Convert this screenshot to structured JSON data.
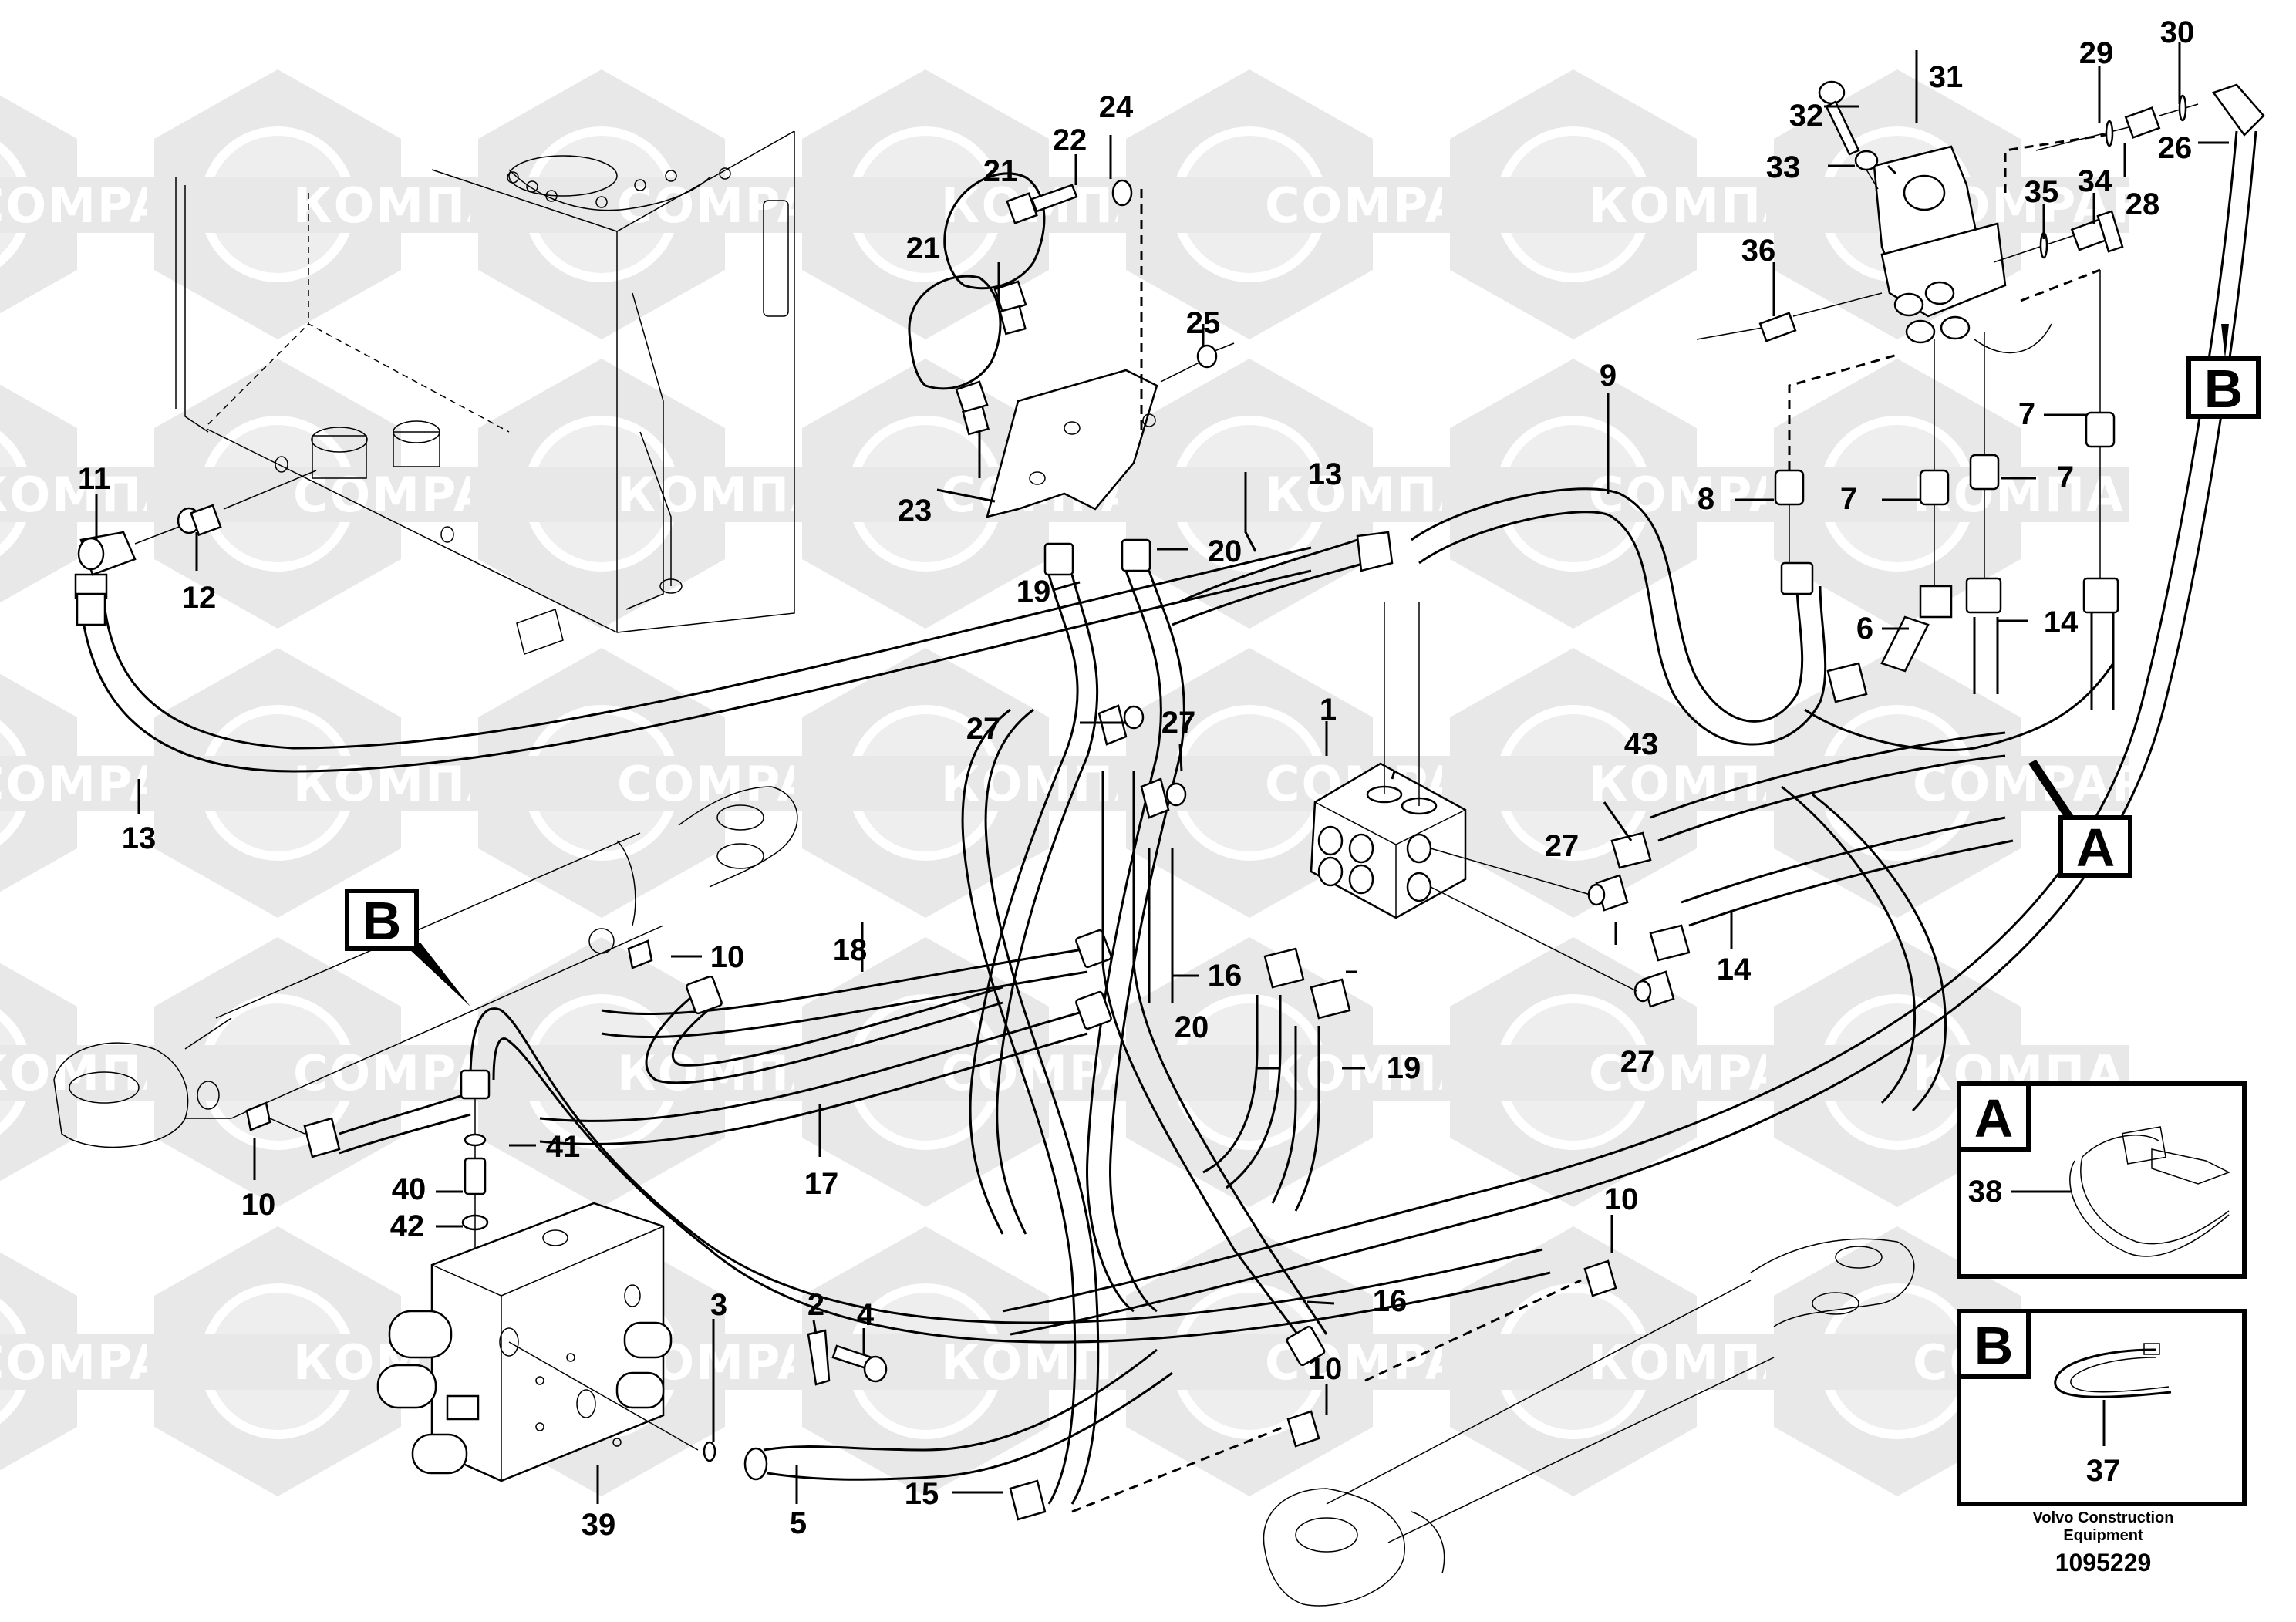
{
  "diagram": {
    "title": "Hydraulic system, steering and servo lines — exploded parts view",
    "publisher": {
      "line1": "Volvo Construction",
      "line2": "Equipment"
    },
    "document_number": "1095229",
    "watermark": {
      "latin": "COMPART",
      "cyrillic": "КОМПАРТ",
      "color": "#e8e8e8",
      "inner_color": "#eeeeee"
    },
    "line_color": "#000000",
    "background": "#ffffff"
  },
  "detail_markers": {
    "A": "A",
    "B": "B"
  },
  "detail_insets": [
    {
      "letter": "A",
      "part_label": "38",
      "depicts": "strap-clamp"
    },
    {
      "letter": "B",
      "part_label": "37",
      "depicts": "cable-tie"
    }
  ],
  "callouts": {
    "c1": "1",
    "c2": "2",
    "c3": "3",
    "c4": "4",
    "c5": "5",
    "c6": "6",
    "c7a": "7",
    "c7b": "7",
    "c7c": "7",
    "c8": "8",
    "c9": "9",
    "c10a": "10",
    "c10b": "10",
    "c10c": "10",
    "c10d": "10",
    "c11": "11",
    "c12": "12",
    "c13a": "13",
    "c13b": "13",
    "c14a": "14",
    "c14b": "14",
    "c15": "15",
    "c16a": "16",
    "c16b": "16",
    "c17": "17",
    "c18": "18",
    "c19a": "19",
    "c19b": "19",
    "c20a": "20",
    "c20b": "20",
    "c21a": "21",
    "c21b": "21",
    "c22": "22",
    "c23": "23",
    "c24": "24",
    "c25": "25",
    "c26": "26",
    "c27a": "27",
    "c27b": "27",
    "c27c": "27",
    "c27d": "27",
    "c28": "28",
    "c29": "29",
    "c30": "30",
    "c31": "31",
    "c32": "32",
    "c33": "33",
    "c34": "34",
    "c35": "35",
    "c36": "36",
    "c37": "37",
    "c38": "38",
    "c39": "39",
    "c40": "40",
    "c41": "41",
    "c42": "42",
    "c43": "43"
  }
}
